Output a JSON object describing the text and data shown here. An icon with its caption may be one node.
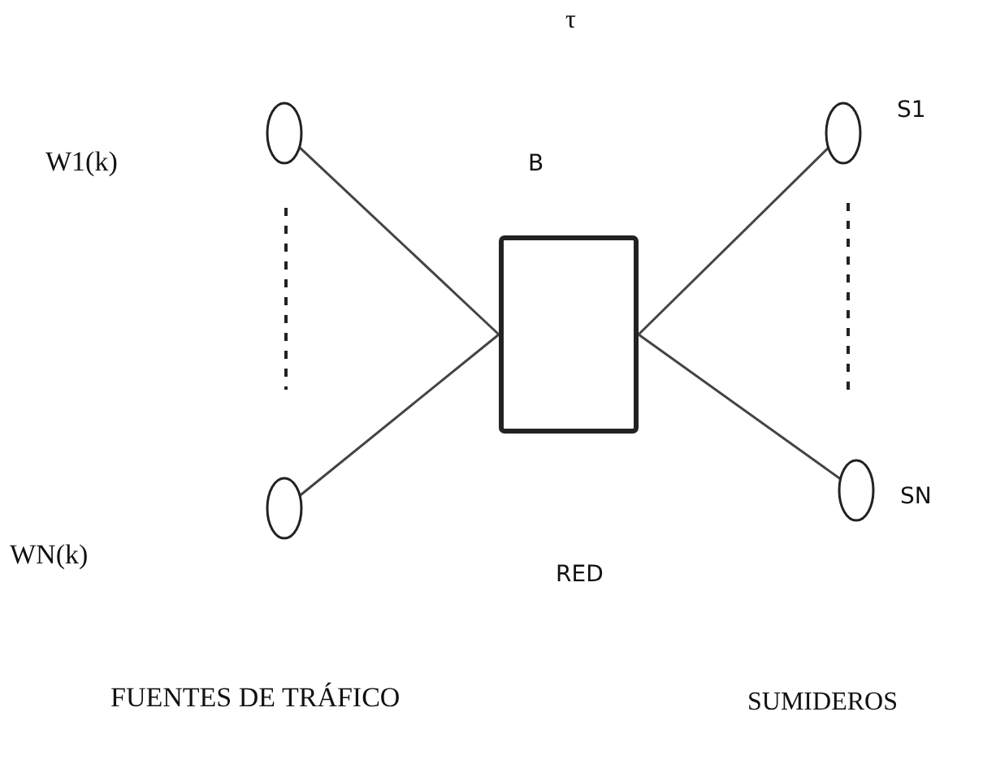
{
  "diagram": {
    "nodes": [
      {
        "text": [],
        "shape": "circle"
      },
      {
        "text": [],
        "shape": "circle"
      },
      {
        "text": [
          "B"
        ]
      },
      {
        "text": [],
        "shape": "circle",
        "beside": [
          "S1"
        ]
      },
      {
        "text": [],
        "shape": "circle",
        "beside": [
          "SN"
        ]
      }
    ],
    "edges": [
      {
        "from": 0,
        "to": 2,
        "arrow": "none"
      },
      {
        "from": 1,
        "to": 2,
        "arrow": "none"
      },
      {
        "from": 2,
        "to": 3,
        "arrow": "none"
      },
      {
        "from": 2,
        "to": 4,
        "arrow": "none"
      }
    ],
    "labels": [
      "τ",
      "W1(k)",
      "WN(k)",
      "RED",
      "FUENTES DE TRÁFICO",
      "SUMIDEROS"
    ]
  }
}
